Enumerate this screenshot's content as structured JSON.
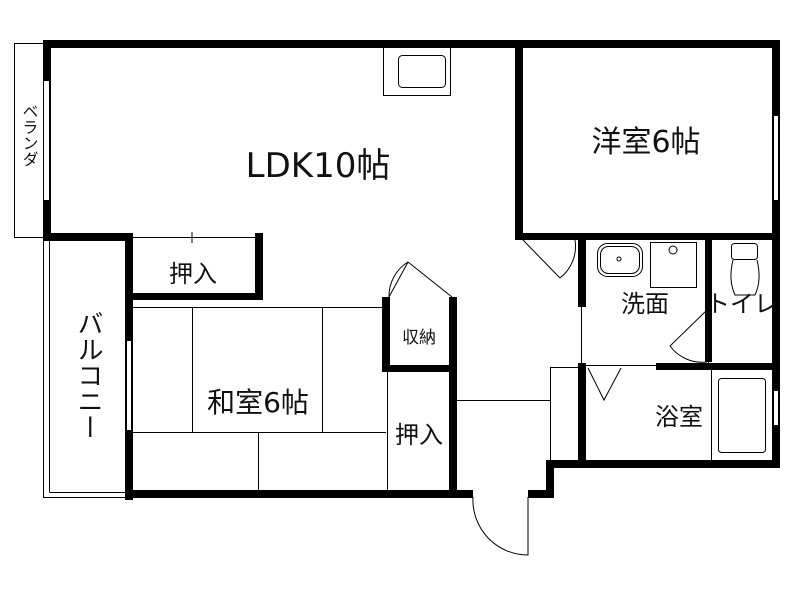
{
  "rooms": {
    "ldk": "LDK10帖",
    "western": "洋室6帖",
    "closet_upper": "押入",
    "balcony": "バルコニー",
    "japanese": "和室6帖",
    "storage": "収納",
    "closet_lower": "押入",
    "washroom": "洗面",
    "toilet": "トイレ",
    "bath": "浴室",
    "veranda": "ベランダ"
  }
}
